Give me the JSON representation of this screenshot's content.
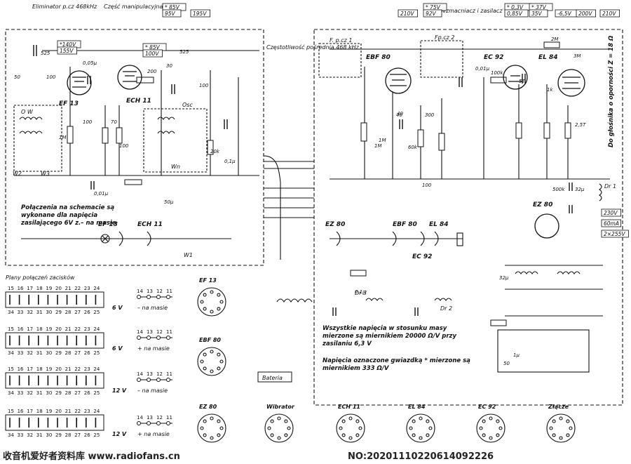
{
  "header": {
    "eliminator": "Eliminator p.cz 468kHz",
    "fine_tuning": "Część manipulacyjna",
    "if_label": "Częstotliwość pośrednia 468 kHz",
    "amp_label": "Wzmacniacz i zasilacz"
  },
  "voltage_boxes": [
    "* 85V",
    "95V",
    "195V",
    "*140V",
    "155V",
    "* 85V",
    "100V",
    "210V",
    "* 75V",
    "92V",
    "* 0,3V",
    "0,85V",
    "* 37V",
    "35V",
    "-6,5V",
    "200V",
    "210V",
    "230V",
    "60mA",
    "2×255V"
  ],
  "tubes": [
    "EF 13",
    "ECH 11",
    "EBF 80",
    "EC 92",
    "EL 84",
    "EZ 80"
  ],
  "blocks": [
    "O W",
    "Osc",
    "F. p.cz 1",
    "Fp.cz 2",
    "Dr 1",
    "Dr 2",
    "Dr 3",
    "Wn",
    "W1",
    "W2",
    "W3"
  ],
  "components": [
    "525",
    "50",
    "100",
    "0,05µ",
    "70",
    "100",
    "100",
    "200",
    "30",
    "525",
    "100",
    "1M",
    "0,1µ",
    "0,01µ",
    "1M",
    "20k",
    "40",
    "60k",
    "100",
    "1M",
    "2M",
    "40",
    "300",
    "0,01µ",
    "100k",
    "1k",
    "5T",
    "3M",
    "2,5T",
    "50µ",
    "500k",
    "32µ",
    "32µ",
    "0,1µ",
    "50",
    "1µ"
  ],
  "note_heater": "Połączenia na schemacie są wykonane dla napięcia zasilającego 6V z.– na masie",
  "note_meas_1": "Wszystkie napięcia w stosunku masy mierzone są miernikiem 20000 Ω/V przy zasilaniu 6,3 V",
  "note_meas_2": "Napięcia oznaczone gwiazdką * mierzone są miernikiem 333 Ω/V",
  "speaker_label": "Do głośnika o oporności Z = 18 Ω",
  "battery": "Bateria",
  "heater_chain": [
    "EF 13",
    "ECH 11",
    "EZ 80",
    "EBF 80",
    "EL 84",
    "EC 92"
  ],
  "wiring_title": "Plany połączeń zacisków",
  "terminal_top": [
    "15",
    "16",
    "17",
    "18",
    "19",
    "20",
    "21",
    "22",
    "23",
    "24"
  ],
  "terminal_bottom": [
    "34",
    "33",
    "32",
    "31",
    "30",
    "29",
    "28",
    "27",
    "26",
    "25"
  ],
  "configs": [
    {
      "voltage": "6 V",
      "text": "– na masie",
      "pins": [
        "14",
        "13",
        "12",
        "11"
      ]
    },
    {
      "voltage": "6 V",
      "text": "+ na masie",
      "pins": [
        "14",
        "13",
        "12",
        "11"
      ]
    },
    {
      "voltage": "12 V",
      "text": "– na masie",
      "pins": [
        "14",
        "13",
        "12",
        "11"
      ]
    },
    {
      "voltage": "12 V",
      "text": "+ na masie",
      "pins": [
        "14",
        "13",
        "12",
        "11"
      ]
    }
  ],
  "sockets": [
    "EF 13",
    "EBF 80",
    "EZ 80",
    "Wibrator",
    "ECH 11",
    "EL 84",
    "EC 92",
    "Złącze"
  ],
  "watermark_left": "收音机爱好者资料库 www.radiofans.cn",
  "watermark_right": "NO:20201110220614092226"
}
